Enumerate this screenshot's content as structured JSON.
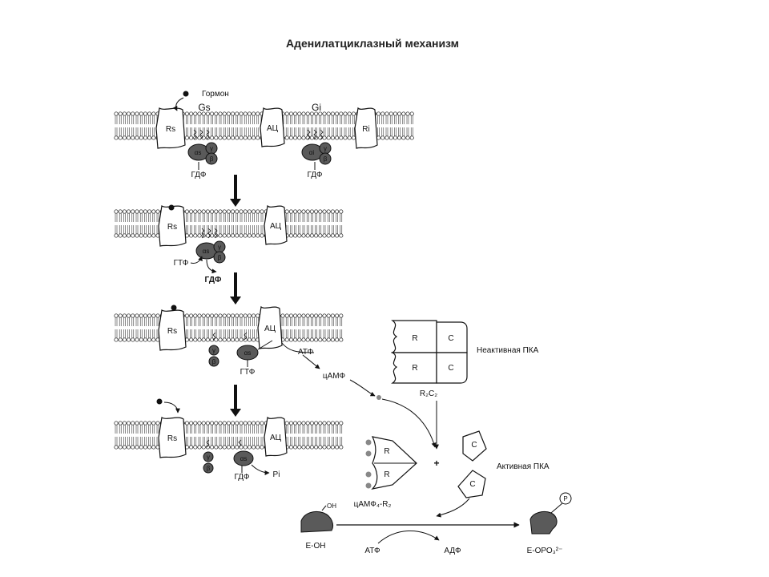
{
  "title": "Аденилатциклазный механизм",
  "labels": {
    "hormone": "Гормон",
    "gs": "Gs",
    "gi": "Gi",
    "rs": "Rs",
    "ri": "Ri",
    "ac": "АЦ",
    "alpha_s": "αs",
    "alpha_i": "αi",
    "beta": "β",
    "gamma": "γ",
    "gdp": "ГДФ",
    "gtp": "ГТФ",
    "atp": "АТФ",
    "adp": "АДФ",
    "camp": "цАМФ",
    "pi": "Pi",
    "r": "R",
    "c": "C",
    "inactive_pka": "Неактивная ПКА",
    "active_pka": "Активная ПКА",
    "r2c2": "R₂C₂",
    "camp4_r2": "цАМФ₄-R₂",
    "e_oh": "Е-ОН",
    "oh": "ОН",
    "e_opo3": "Е-ОРО₃²⁻",
    "p": "P"
  },
  "colors": {
    "line": "#111111",
    "protein": "#5a5a5a",
    "head": "#666666",
    "camp": "#888888"
  }
}
